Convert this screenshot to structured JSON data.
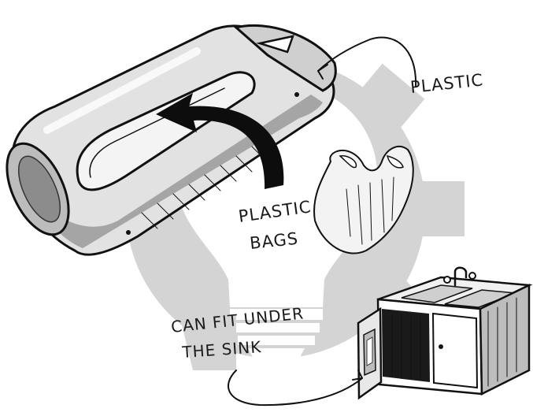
{
  "labels": {
    "plastic": "PLASTIC",
    "plastic_bags_line1": "PLASTIC",
    "plastic_bags_line2": "BAGS",
    "under_sink_line1": "CAN FIT UNDER",
    "under_sink_line2": "THE SINK"
  },
  "colors": {
    "background": "#ffffff",
    "gear_bulb": "#d4d4d4",
    "ink": "#111111",
    "dispenser_body": "#e2e2e2",
    "dispenser_shadow": "#9a9a9a",
    "arrow": "#0d0d0d"
  },
  "icons": {
    "background_motif": "gear-lightbulb-icon",
    "dispenser": "bag-dispenser-illustration",
    "bag": "plastic-bag-illustration",
    "sink": "sink-cabinet-illustration"
  }
}
